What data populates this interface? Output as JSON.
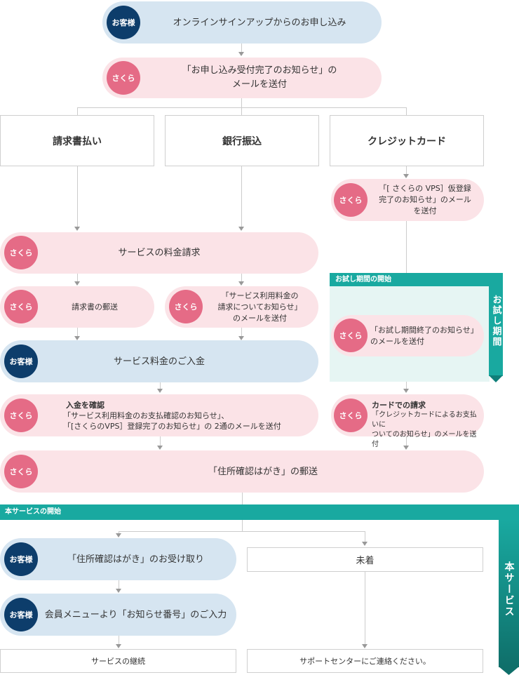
{
  "labels": {
    "customer": "お客様",
    "sakura": "さくら"
  },
  "steps": {
    "signup": "オンラインサインアップからのお申し込み",
    "receipt_mail": "「お申し込み受付完了のお知らせ」の\nメールを送付",
    "vps_temp_mail": "「[ さくらの VPS］仮登録\n完了のお知らせ」のメール\nを送付",
    "billing": "サービスの料金請求",
    "invoice_post": "請求書の郵送",
    "fee_mail": "「サービス利用料金の\n請求についてお知らせ」\nのメールを送付",
    "trial_end_mail": "「お試し期間終了のお知らせ」\nのメールを送付",
    "payment": "サービス料金のご入金",
    "confirm_title": "入金を確認",
    "confirm_body": "「サービス利用料金のお支払確認のお知らせ」、\n「[さくらのVPS］登録完了のお知らせ」の 2通のメールを送付",
    "card_title": "カードでの請求",
    "card_body": "「クレジットカードによるお支払いに\nついてのお知らせ」のメールを送付",
    "postcard": "「住所確認はがき」の郵送",
    "receive_postcard": "「住所確認はがき」のお受け取り",
    "not_arrived": "未着",
    "enter_number": "会員メニューより「お知らせ番号」のご入力",
    "continue": "サービスの継続",
    "contact": "サポートセンターにご連絡ください。"
  },
  "payment_methods": [
    "請求書払い",
    "銀行振込",
    "クレジットカード"
  ],
  "bands": {
    "trial_start": "お試し期間の開始",
    "trial_side": "お試し期間",
    "service_start": "本サービスの開始",
    "service_side": "本サービス"
  },
  "colors": {
    "sakura_badge": "#e56b86",
    "customer_badge": "#0d3d6b",
    "pink_bg": "#fbe3e7",
    "blue_bg": "#d6e5f1",
    "teal": "#19a9a0",
    "trial_bg": "#e6f5f3"
  }
}
